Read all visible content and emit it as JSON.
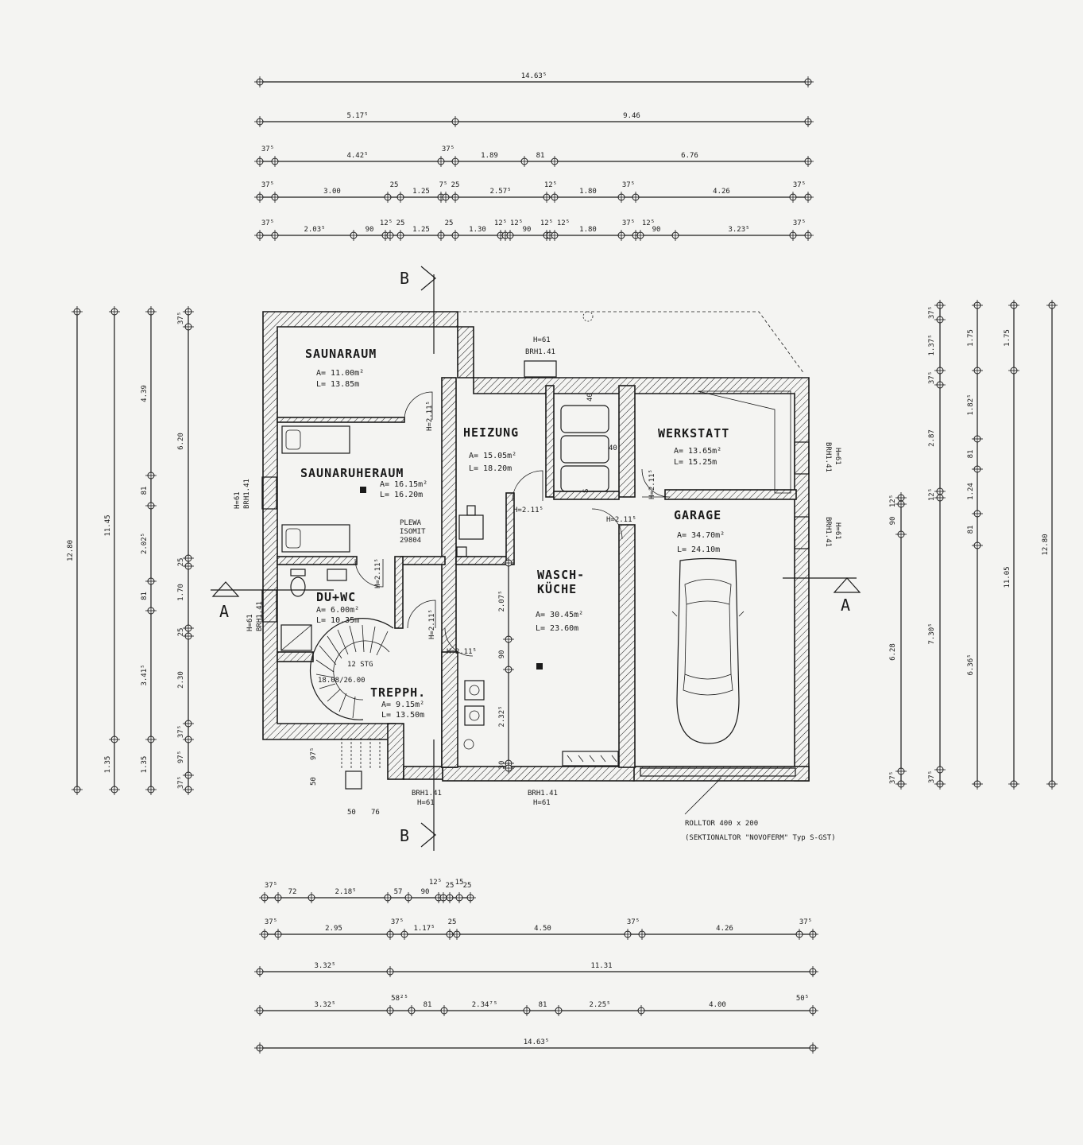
{
  "rooms": {
    "saunaraum": {
      "name": "SAUNARAUM",
      "area": "A= 11.00m²",
      "perimeter": "L= 13.85m"
    },
    "saunaruheraum": {
      "name": "SAUNARUHERAUM",
      "area": "A= 16.15m²",
      "perimeter": "L= 16.20m"
    },
    "heizung": {
      "name": "HEIZUNG",
      "area": "A= 15.05m²",
      "perimeter": "L= 18.20m"
    },
    "werkstatt": {
      "name": "WERKSTATT",
      "area": "A= 13.65m²",
      "perimeter": "L= 15.25m"
    },
    "garage": {
      "name": "GARAGE",
      "area": "A= 34.70m²",
      "perimeter": "L= 24.10m"
    },
    "waschkueche": {
      "name1": "WASCH-",
      "name2": "KÜCHE",
      "area": "A= 30.45m²",
      "perimeter": "L= 23.60m"
    },
    "duwc": {
      "name": "DU+WC",
      "area": "A= 6.00m²",
      "perimeter": "L= 10.35m"
    },
    "trepph": {
      "name": "TREPPH.",
      "area": "A= 9.15m²",
      "perimeter": "L= 13.50m"
    }
  },
  "labels": {
    "section_b": "B",
    "section_a": "A",
    "stairs_steps": "12 STG",
    "stairs_ratio": "18.08/26.00",
    "plewa1": "PLEWA",
    "plewa2": "ISOMIT",
    "plewa3": "29804",
    "door_h": "H=2.11⁵",
    "win_h61": "H=61",
    "win_brh": "BRH1.41",
    "rolltor1": "ROLLTOR 400 x 200",
    "rolltor2": "(SEKTIONALTOR \"NOVOFERM\" Typ S-GST)",
    "s_mark": "S",
    "d40a": "40",
    "d40b": "40",
    "d50a": "50",
    "d50b": "50",
    "d76": "76",
    "d975": "97⁵"
  },
  "dimensions": {
    "top": [
      [
        "14.63⁵"
      ],
      [
        "5.17⁵",
        "9.46"
      ],
      [
        "37⁵",
        "4.42⁵",
        "37⁵",
        "1.89",
        "81",
        "6.76"
      ],
      [
        "37⁵",
        "3.00",
        "25",
        "1.25",
        "7⁵",
        "25",
        "2.57⁵",
        "12⁵",
        "1.80",
        "37⁵",
        "4.26",
        "37⁵"
      ],
      [
        "37⁵",
        "2.03⁵",
        "90",
        "12⁵",
        "25",
        "1.25",
        "25",
        "1.30",
        "12⁵",
        "12⁵",
        "90",
        "12⁵",
        "12⁵",
        "1.80",
        "37⁵",
        "12⁵",
        "90",
        "3.23⁵",
        "37⁵"
      ]
    ],
    "bottom": [
      [
        "37⁵",
        "72",
        "2.18⁵",
        "57",
        "90",
        "12⁵",
        "25",
        "15",
        "25"
      ],
      [
        "37⁵",
        "2.95",
        "37⁵",
        "1.17⁵",
        "25",
        "4.50",
        "37⁵",
        "4.26",
        "37⁵"
      ],
      [
        "3.32⁵",
        "11.31"
      ],
      [
        "3.32⁵",
        "58²⁵",
        "81",
        "2.34⁷⁵",
        "81",
        "2.25⁵",
        "4.00",
        "50⁵"
      ],
      [
        "14.63⁵"
      ]
    ],
    "left": {
      "col1": [
        "12.80"
      ],
      "col2": [
        "11.45",
        "1.35"
      ],
      "col3": [
        "4.39",
        "81",
        "2.02⁵",
        "81",
        "3.41⁵",
        "1.35"
      ],
      "col4": [
        "37⁵",
        "6.20",
        "25",
        "1.70",
        "25",
        "2.30",
        "37⁵",
        "97⁵",
        "37⁵"
      ]
    },
    "right": {
      "col1": [
        "12⁵",
        "90",
        "6.28",
        "37⁵"
      ],
      "col2": [
        "37⁵",
        "1.37⁵",
        "37⁵",
        "2.87",
        "12⁵",
        "7.30⁵",
        "37⁵"
      ],
      "col3": [
        "1.75",
        "1.82⁵",
        "81",
        "1.24",
        "81",
        "6.36⁵"
      ],
      "col4": [
        "1.75",
        "11.05"
      ],
      "col5": [
        "12.80"
      ]
    },
    "inner": [
      "2.07⁵",
      "90",
      "2.32⁵",
      "30"
    ]
  }
}
